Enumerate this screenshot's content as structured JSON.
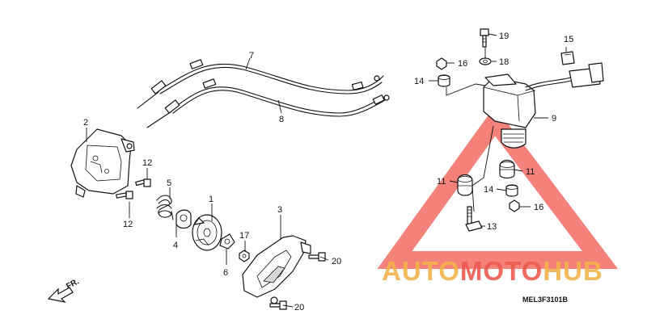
{
  "diagram": {
    "callouts": {
      "c1": "1",
      "c2": "2",
      "c3": "3",
      "c4": "4",
      "c5": "5",
      "c6": "6",
      "c7": "7",
      "c8": "8",
      "c9": "9",
      "c11a": "11",
      "c11b": "11",
      "c12a": "12",
      "c12b": "12",
      "c13": "13",
      "c14a": "14",
      "c14b": "14",
      "c15": "15",
      "c16a": "16",
      "c16b": "16",
      "c17": "17",
      "c18": "18",
      "c19": "19",
      "c20a": "20",
      "c20b": "20"
    },
    "direction_label": "FR.",
    "diagram_code": "MEL3F3101B"
  },
  "watermark": {
    "brand_part1": "AUTO",
    "brand_part2": "MOTO",
    "brand_part3": "HUB",
    "colors": {
      "orange": "#f3b24a",
      "red": "#ee5a4f",
      "triangle": "#f26b63"
    }
  }
}
